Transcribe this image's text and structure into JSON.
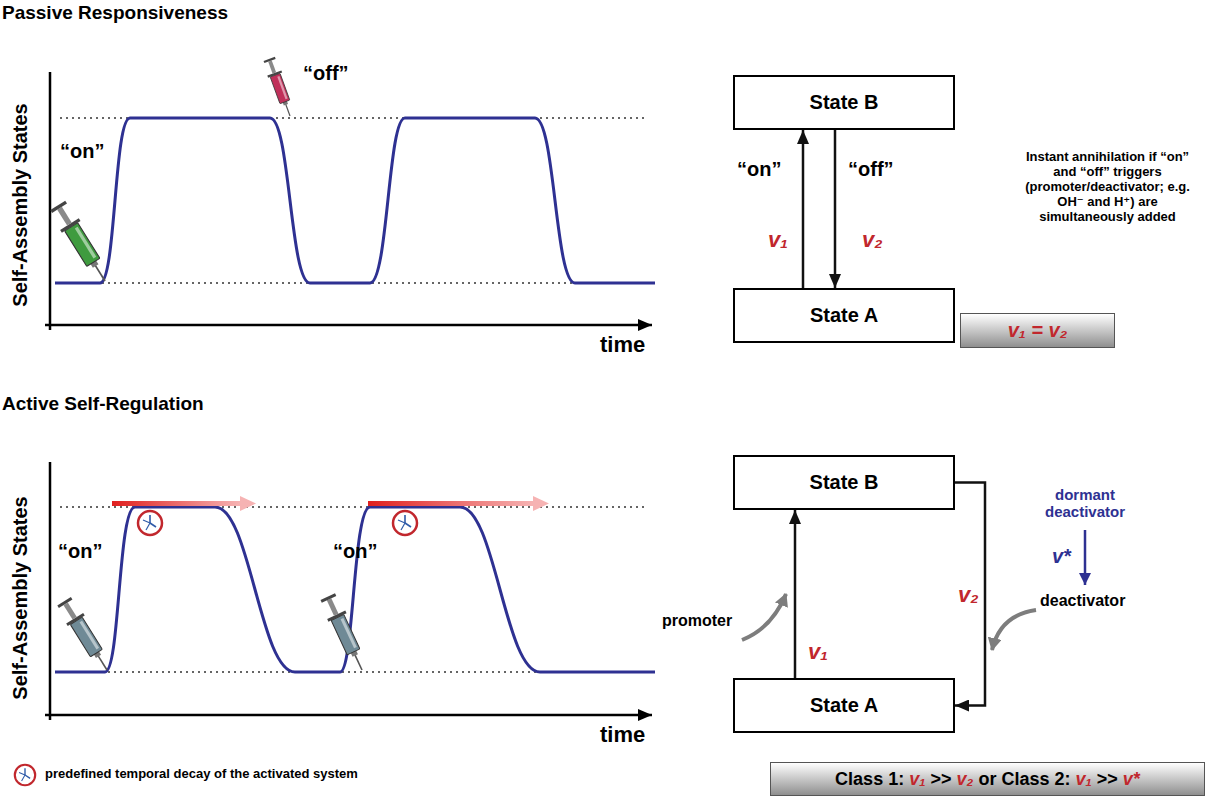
{
  "diagram": {
    "nodes": [
      {
        "text": [
          "State B"
        ]
      },
      {
        "text": [
          "State A"
        ]
      },
      {
        "text": [
          "v₁ = v₂"
        ]
      },
      {
        "text": [
          "State B"
        ]
      },
      {
        "text": [
          "State A"
        ]
      },
      {
        "text": [
          "Class 1: v₁ >> v₂ or Class 2: v₁ >> v*"
        ]
      }
    ],
    "edges": [
      {
        "from": 1,
        "to": 0,
        "arrow": "to",
        "label": "v₁"
      },
      {
        "from": 0,
        "to": 1,
        "arrow": "to",
        "label": "v₂"
      },
      {
        "from": 4,
        "to": 3,
        "arrow": "to",
        "label": "v₁"
      },
      {
        "from": 3,
        "to": 4,
        "arrow": "to",
        "label": "v₂"
      }
    ],
    "labels": [
      "Passive Responsiveness",
      "Self-Assembly States",
      "“on”",
      "“off”",
      "time",
      "“on”",
      "“off”",
      "Instant annihilation if “on” and “off” triggers (promoter/deactivator; e.g. OH⁻ and H⁺) are simultaneously added",
      "Active Self-Regulation",
      "Self-Assembly States",
      "“on”",
      "“on”",
      "time",
      "predefined temporal decay of the activated system",
      "promoter",
      "dormant deactivator",
      "v*",
      "deactivator"
    ]
  }
}
